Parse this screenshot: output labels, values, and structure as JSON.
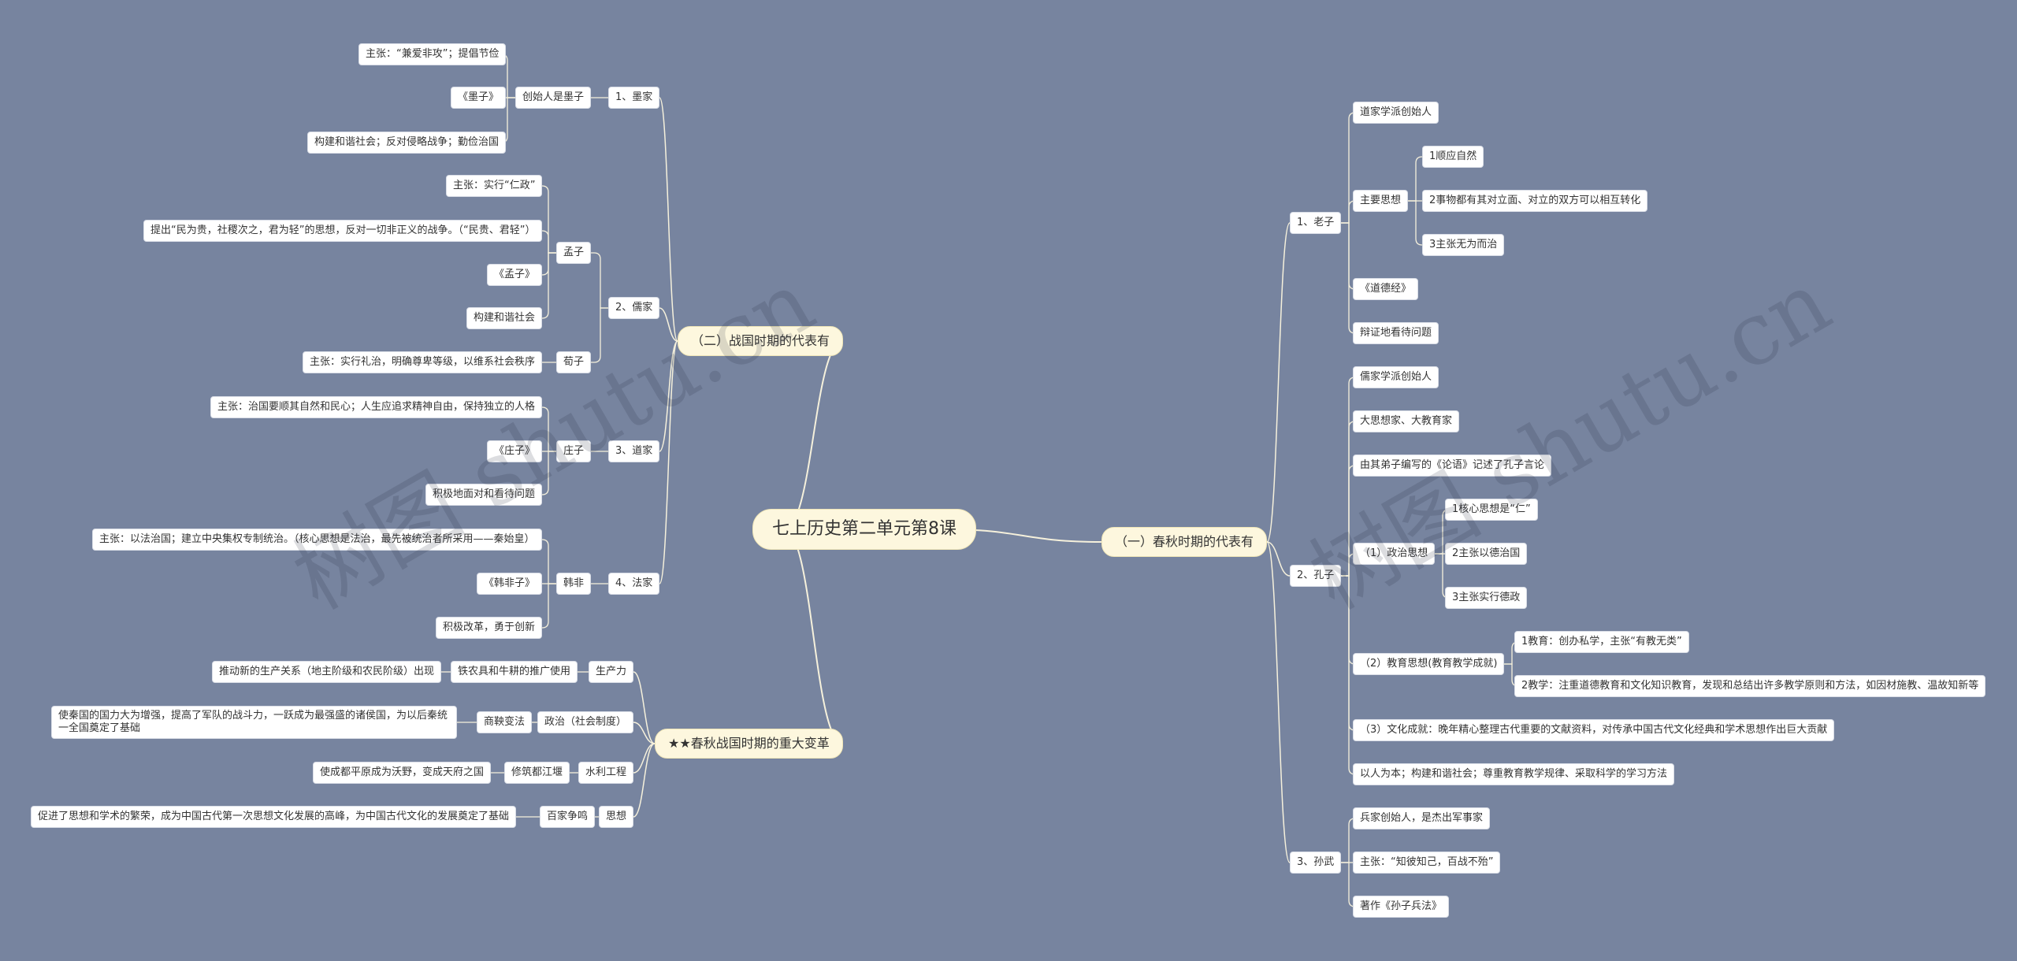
{
  "watermark": "树图 shutu.cn",
  "line_color": "#f6f1dc",
  "root": {
    "text": "七上历史第二单元第8课",
    "children": [
      {
        "text": "（二）战国时期的代表有",
        "side": "left",
        "children": [
          {
            "text": "1、墨家",
            "children": [
              {
                "text": "创始人是墨子",
                "children": [
                  {
                    "text": "主张：“兼爱非攻”；提倡节俭"
                  },
                  {
                    "text": "《墨子》"
                  },
                  {
                    "text": "构建和谐社会；反对侵略战争；勤俭治国"
                  }
                ]
              }
            ]
          },
          {
            "text": "2、儒家",
            "children": [
              {
                "text": "孟子",
                "children": [
                  {
                    "text": "主张：实行“仁政”"
                  },
                  {
                    "text": "提出“民为贵，社稷次之，君为轻”的思想，反对一切非正义的战争。（“民贵、君轻”）"
                  },
                  {
                    "text": "《孟子》"
                  },
                  {
                    "text": "构建和谐社会"
                  }
                ]
              },
              {
                "text": "荀子",
                "children": [
                  {
                    "text": "主张：实行礼治，明确尊卑等级，以维系社会秩序"
                  }
                ]
              }
            ]
          },
          {
            "text": "3、道家",
            "children": [
              {
                "text": "庄子",
                "children": [
                  {
                    "text": "主张：治国要顺其自然和民心；人生应追求精神自由，保持独立的人格"
                  },
                  {
                    "text": "《庄子》"
                  },
                  {
                    "text": "积极地面对和看待问题"
                  }
                ]
              }
            ]
          },
          {
            "text": "4、法家",
            "children": [
              {
                "text": "韩非",
                "children": [
                  {
                    "text": "主张：以法治国；建立中央集权专制统治。（核心思想是法治，最先被统治者所采用——秦始皇）"
                  },
                  {
                    "text": "《韩非子》"
                  },
                  {
                    "text": "积极改革，勇于创新"
                  }
                ]
              }
            ]
          }
        ]
      },
      {
        "text": "★★春秋战国时期的重大变革",
        "side": "left",
        "children": [
          {
            "text": "生产力",
            "children": [
              {
                "text": "铁农具和牛耕的推广使用",
                "children": [
                  {
                    "text": "推动新的生产关系（地主阶级和农民阶级）出现"
                  }
                ]
              }
            ]
          },
          {
            "text": "政治（社会制度）",
            "children": [
              {
                "text": "商鞅变法",
                "children": [
                  {
                    "text": "使秦国的国力大为增强，提高了军队的战斗力，一跃成为最强盛的诸侯国，为以后秦统一全国奠定了基础"
                  }
                ]
              }
            ]
          },
          {
            "text": "水利工程",
            "children": [
              {
                "text": "修筑都江堰",
                "children": [
                  {
                    "text": "使成都平原成为沃野，变成天府之国"
                  }
                ]
              }
            ]
          },
          {
            "text": "思想",
            "children": [
              {
                "text": "百家争鸣",
                "children": [
                  {
                    "text": "促进了思想和学术的繁荣，成为中国古代第一次思想文化发展的高峰，为中国古代文化的发展奠定了基础"
                  }
                ]
              }
            ]
          }
        ]
      },
      {
        "text": "（一）春秋时期的代表有",
        "side": "right",
        "children": [
          {
            "text": "1、老子",
            "children": [
              {
                "text": "道家学派创始人"
              },
              {
                "text": "主要思想",
                "children": [
                  {
                    "text": "1顺应自然"
                  },
                  {
                    "text": "2事物都有其对立面、对立的双方可以相互转化"
                  },
                  {
                    "text": "3主张无为而治"
                  }
                ]
              },
              {
                "text": "《道德经》"
              },
              {
                "text": "辩证地看待问题"
              }
            ]
          },
          {
            "text": "2、孔子",
            "children": [
              {
                "text": "儒家学派创始人"
              },
              {
                "text": "大思想家、大教育家"
              },
              {
                "text": "由其弟子编写的《论语》记述了孔子言论"
              },
              {
                "text": "（1）政治思想",
                "children": [
                  {
                    "text": "1核心思想是“仁”"
                  },
                  {
                    "text": "2主张以德治国"
                  },
                  {
                    "text": "3主张实行德政"
                  }
                ]
              },
              {
                "text": "（2）教育思想(教育教学成就)",
                "children": [
                  {
                    "text": "1教育：创办私学，主张“有教无类”"
                  },
                  {
                    "text": "2教学：注重道德教育和文化知识教育，发现和总结出许多教学原则和方法，如因材施教、温故知新等"
                  }
                ]
              },
              {
                "text": "（3）文化成就：晚年精心整理古代重要的文献资料，对传承中国古代文化经典和学术思想作出巨大贡献"
              },
              {
                "text": "以人为本；构建和谐社会；尊重教育教学规律、采取科学的学习方法"
              }
            ]
          },
          {
            "text": "3、孙武",
            "children": [
              {
                "text": "兵家创始人，是杰出军事家"
              },
              {
                "text": "主张：“知彼知己，百战不殆”"
              },
              {
                "text": "著作《孙子兵法》"
              }
            ]
          }
        ]
      }
    ]
  }
}
